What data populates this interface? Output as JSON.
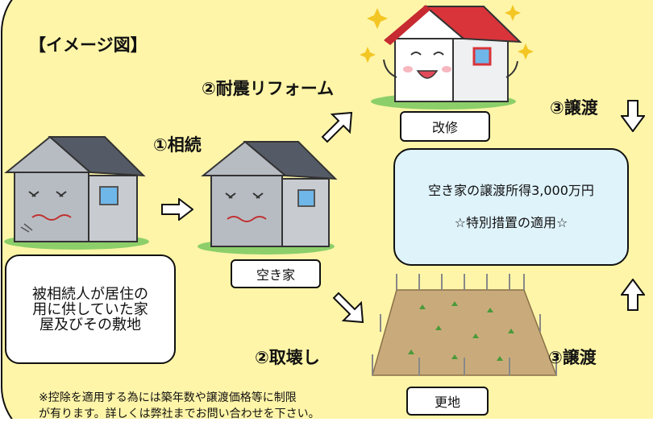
{
  "title": "【イメージ図】",
  "steps": {
    "inherit": "①相続",
    "renovate": "②耐震リフォーム",
    "demolish": "②取壊し",
    "transfer_top": "③譲渡",
    "transfer_bottom": "③譲渡"
  },
  "boxes": {
    "original_home_lines": [
      "被相続人が居住の",
      "用に供していた家",
      "屋及びその敷地"
    ],
    "vacant_house": "空き家",
    "renovation": "改修",
    "vacant_land": "更地",
    "special_title": "空き家の譲渡所得3,000万円",
    "special_sub": "☆特別措置の適用☆"
  },
  "note_lines": [
    "※控除を適用する為には築年数や譲渡価格等に制限",
    "が有ります。詳しくは弊社までお問い合わせを下さい。"
  ],
  "colors": {
    "background": "#fff5a8",
    "highlight_box": "#dff3fb",
    "roof_red": "#d9343a",
    "roof_gray": "#555b66",
    "house_gray": "#b7bcc2",
    "soil": "#c9ab7b"
  }
}
